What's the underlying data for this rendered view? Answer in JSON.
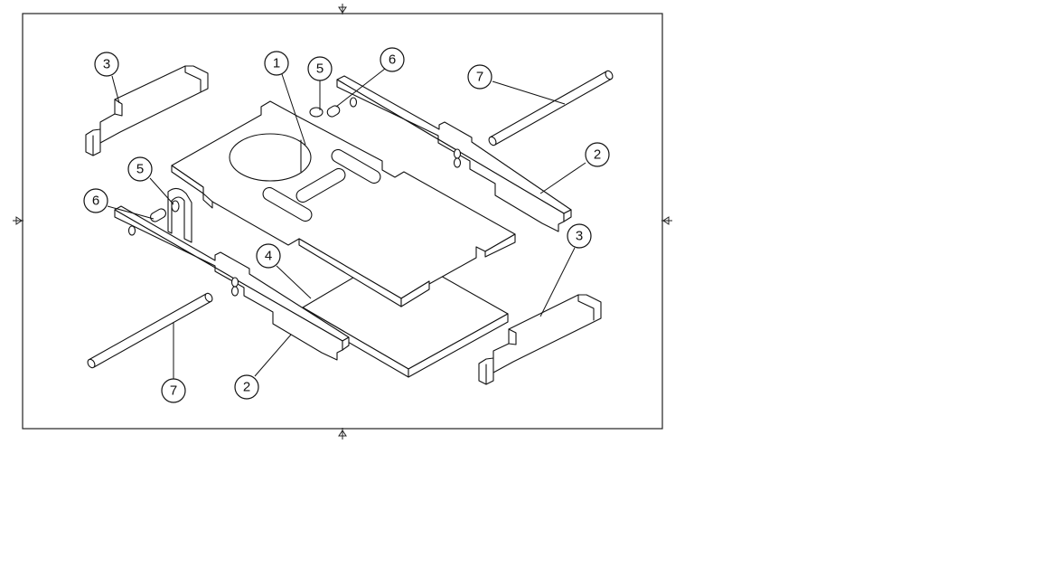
{
  "callouts": [
    {
      "id": "c1",
      "label": "1"
    },
    {
      "id": "c5a",
      "label": "5"
    },
    {
      "id": "c6a",
      "label": "6"
    },
    {
      "id": "c7a",
      "label": "7"
    },
    {
      "id": "c3a",
      "label": "3"
    },
    {
      "id": "c2a",
      "label": "2"
    },
    {
      "id": "c5b",
      "label": "5"
    },
    {
      "id": "c6b",
      "label": "6"
    },
    {
      "id": "c4",
      "label": "4"
    },
    {
      "id": "c3b",
      "label": "3"
    },
    {
      "id": "c7b",
      "label": "7"
    },
    {
      "id": "c2b",
      "label": "2"
    }
  ]
}
